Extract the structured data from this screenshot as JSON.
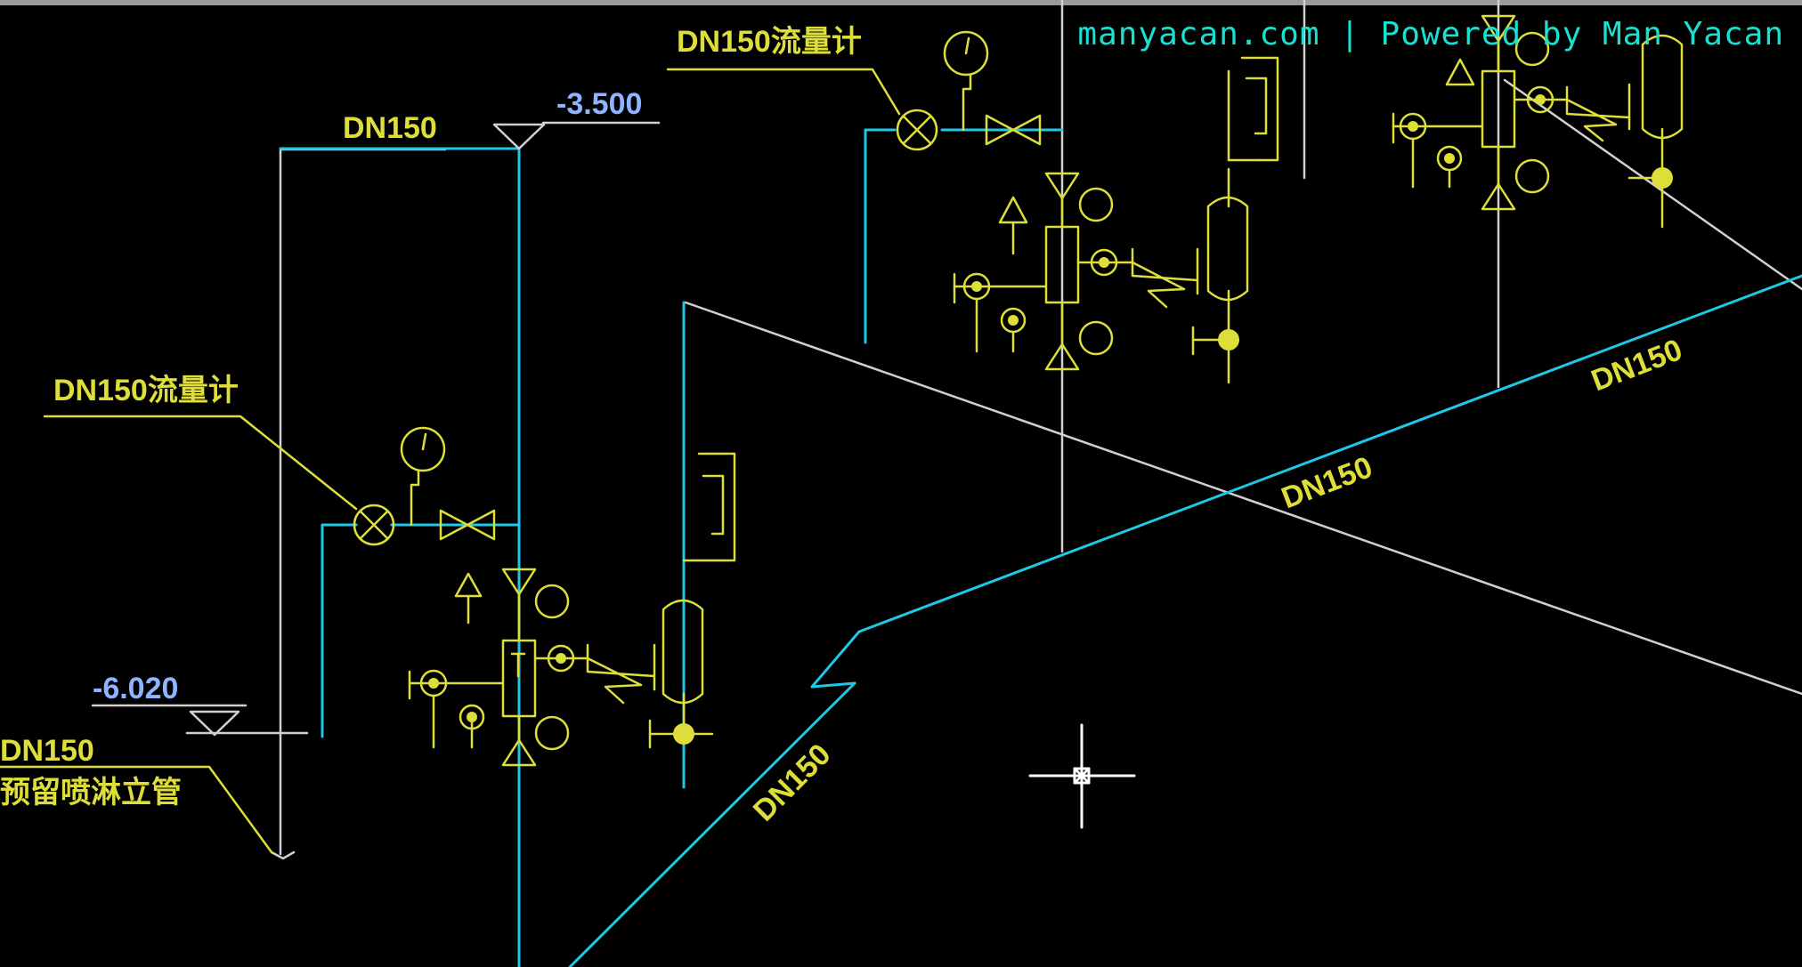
{
  "watermark": "manyacan.com | Powered by Man Yacan",
  "labels": {
    "flowmeter_1": "DN150流量计",
    "flowmeter_2": "DN150流量计",
    "pipe_top": "DN150",
    "pipe_mid": "DN150",
    "pipe_right": "DN150",
    "pipe_lower": "DN150",
    "pipe_left": "DN150",
    "sprinkler_riser": "预留喷淋立管",
    "elevation_1": "-3.500",
    "elevation_2": "-6.020"
  },
  "colors": {
    "background": "#000000",
    "pipe": "#1ec8e6",
    "equipment": "#dede3a",
    "line": "#d0d0d0",
    "elevation_text": "#8fb4ff",
    "crosshair": "#ffffff"
  }
}
